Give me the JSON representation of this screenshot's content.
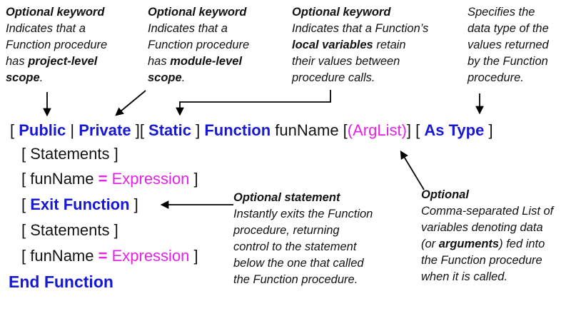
{
  "colors": {
    "keyword_blue": "#1717d6",
    "magenta": "#e622e6",
    "text": "#121212",
    "background": "#ffffff",
    "arrow": "#000000"
  },
  "callouts": {
    "project_scope": {
      "title": "Optional keyword",
      "line1": "Indicates that a",
      "line2": "Function procedure",
      "line3_pre": "has ",
      "line3_bold": "project-level",
      "line4_bold": "scope",
      "line4_end": "."
    },
    "module_scope": {
      "title": "Optional keyword",
      "line1": "Indicates that a",
      "line2": "Function procedure",
      "line3_pre": "has ",
      "line3_bold": "module-level",
      "line4_bold": "scope",
      "line4_end": "."
    },
    "static_keyword": {
      "title": "Optional keyword",
      "line1": "Indicates that a Function’s",
      "line2_bold": "local variables",
      "line2_end": " retain",
      "line3": "their values between",
      "line4": "procedure calls."
    },
    "as_type": {
      "line1": "Specifies the",
      "line2": "data type of the",
      "line3": "values returned",
      "line4": "by the Function",
      "line5": "procedure."
    },
    "exit_statement": {
      "title": "Optional statement",
      "line1": "Instantly exits the Function",
      "line2": "procedure, returning",
      "line3": "control to the statement",
      "line4": "below the one that called",
      "line5": "the Function procedure."
    },
    "arglist": {
      "title": "Optional",
      "line1": "Comma-separated List of",
      "line2": "variables denoting data",
      "line3_pre": "(or ",
      "line3_bold": "arguments",
      "line3_end": ") fed into",
      "line4": "the Function procedure",
      "line5": "when it is called."
    }
  },
  "syntax_line": {
    "open": "[ ",
    "kw_public": "Public",
    "pipe": " | ",
    "kw_private": "Private",
    "mid": " ][ ",
    "kw_static": "Static",
    "close_static": " ] ",
    "kw_function": "Function",
    "funname": " funName [",
    "arglist": "(ArgList)",
    "close_arg": "] [ ",
    "kw_as_type": "As Type",
    "close": " ]"
  },
  "code_lines": {
    "statements": "[ Statements ]",
    "assign_open": "[ funName ",
    "assign_eq": "=",
    "assign_expr": " Expression",
    "assign_close": " ]",
    "exit_open": "[ ",
    "exit_keyword": "Exit Function",
    "exit_close": " ]",
    "end_function": "End Function"
  },
  "connectors": [
    {
      "name": "project-scope-to-public"
    },
    {
      "name": "module-scope-to-private"
    },
    {
      "name": "static-callout-to-static"
    },
    {
      "name": "astype-callout-to-as-type"
    },
    {
      "name": "arglist-callout-to-arglist"
    },
    {
      "name": "exit-callout-to-exit-function"
    }
  ]
}
